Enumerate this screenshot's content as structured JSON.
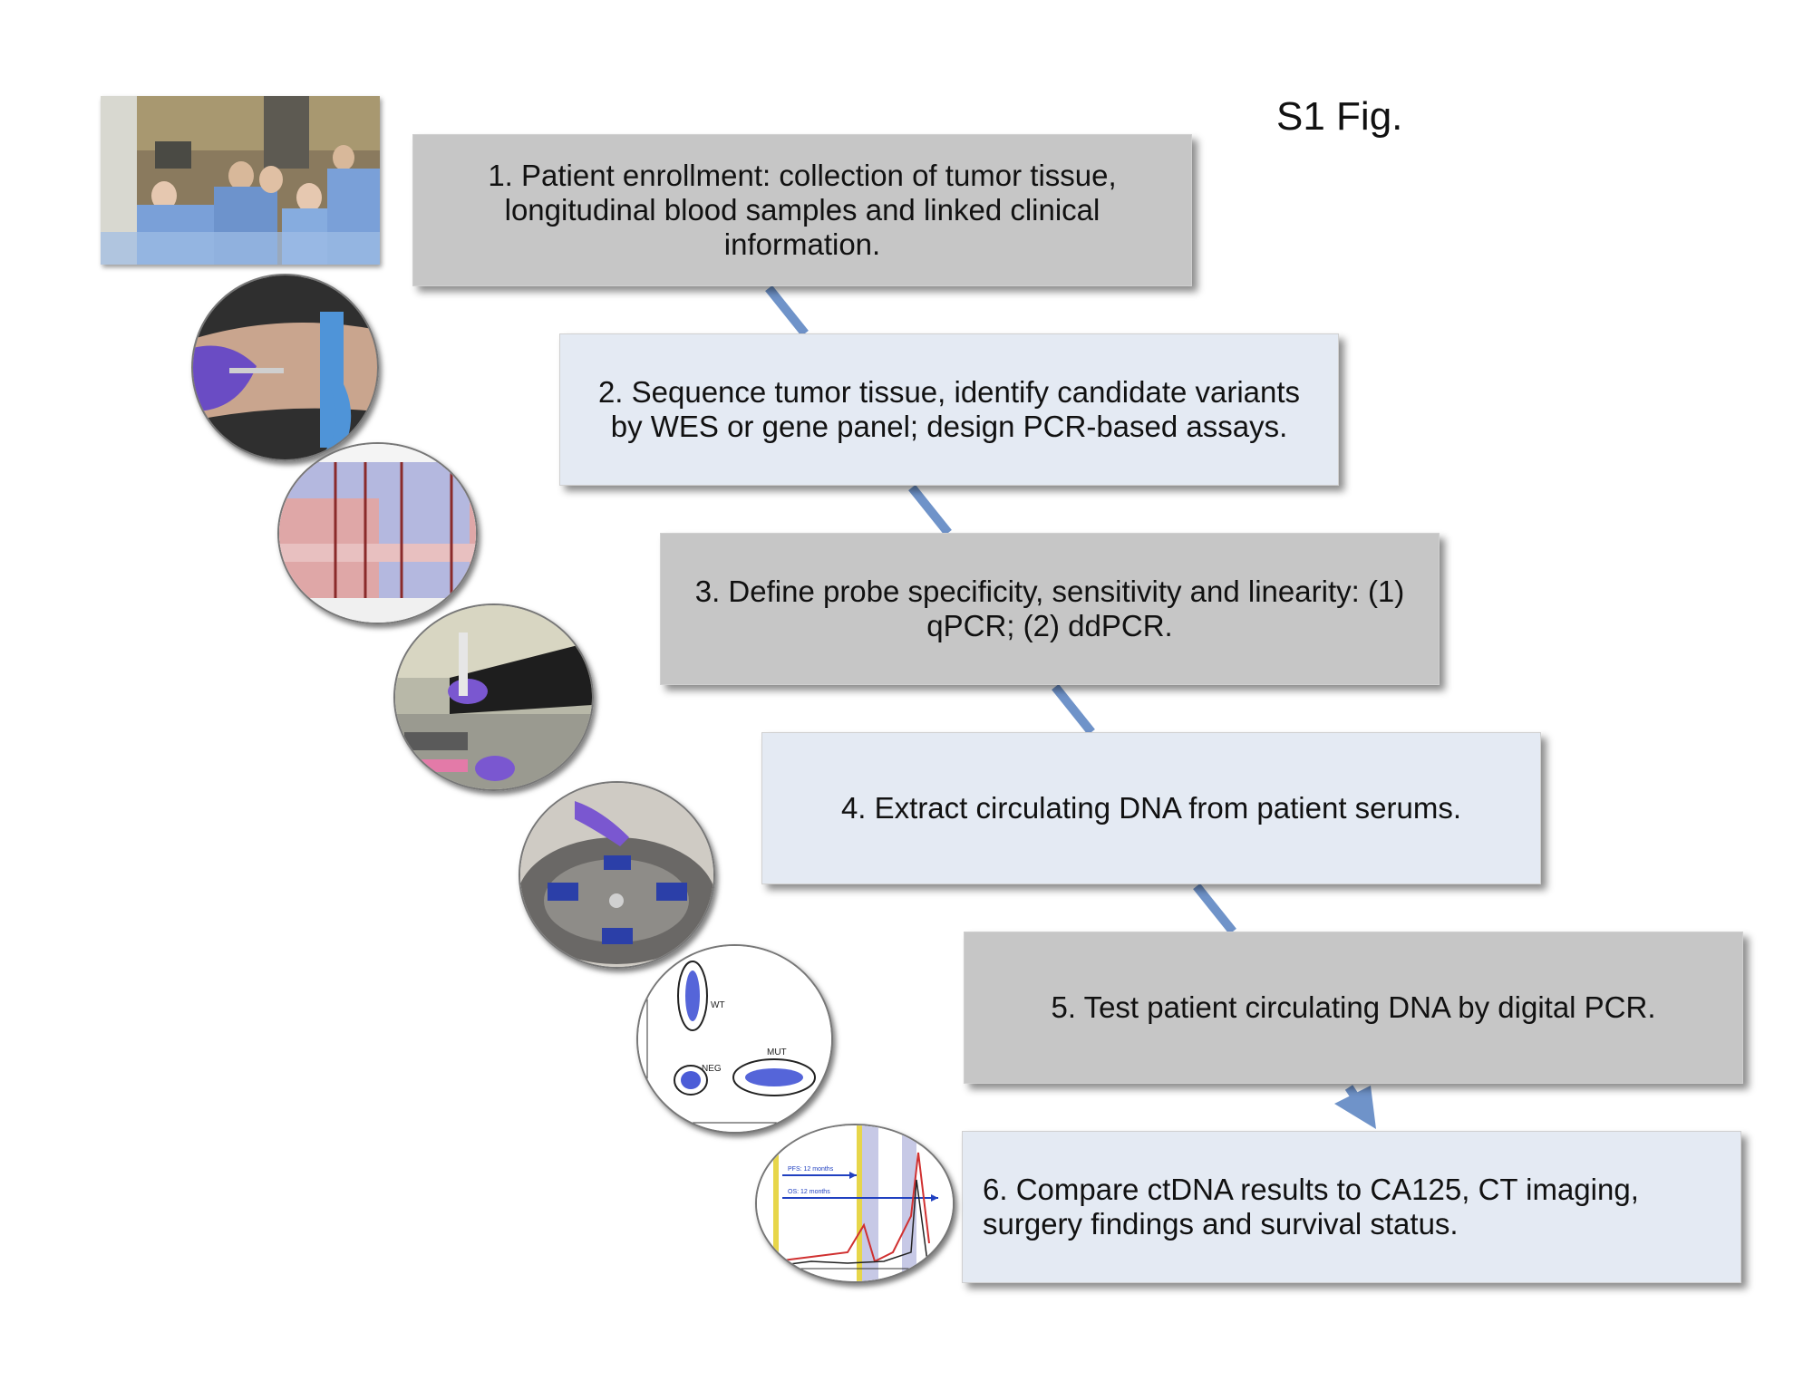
{
  "figure_label": "S1 Fig.",
  "steps": [
    {
      "text": "1. Patient enrollment: collection of tumor tissue, longitudinal blood samples and linked clinical information.",
      "style": "gray"
    },
    {
      "text": "2. Sequence tumor tissue, identify candidate variants by WES or gene panel;  design PCR-based assays.",
      "style": "blue"
    },
    {
      "text": "3. Define probe specificity, sensitivity and linearity: (1) qPCR; (2) ddPCR.",
      "style": "gray"
    },
    {
      "text": "4. Extract circulating DNA from patient serums.",
      "style": "blue"
    },
    {
      "text": "5. Test patient circulating DNA by digital PCR.",
      "style": "gray"
    },
    {
      "text": "6. Compare ctDNA results to CA125, CT imaging, surgery findings and survival status.",
      "style": "blue"
    }
  ],
  "images": {
    "surgery_photo": "operating-room",
    "blood_draw_photo": "blood-draw",
    "sequencing_image": "sequencing-alignment",
    "pipette_photo": "pipetting",
    "centrifuge_photo": "centrifuge",
    "ddpcr_plot": {
      "labels": [
        "WT",
        "NEG",
        "MUT"
      ]
    },
    "ctdna_chart": {
      "labels": [
        "PFS: 12 months",
        "OS: 12 months"
      ]
    }
  },
  "colors": {
    "gray_box": "#c6c6c6",
    "blue_box": "#e4eaf3",
    "connector": "#6f93c9"
  }
}
